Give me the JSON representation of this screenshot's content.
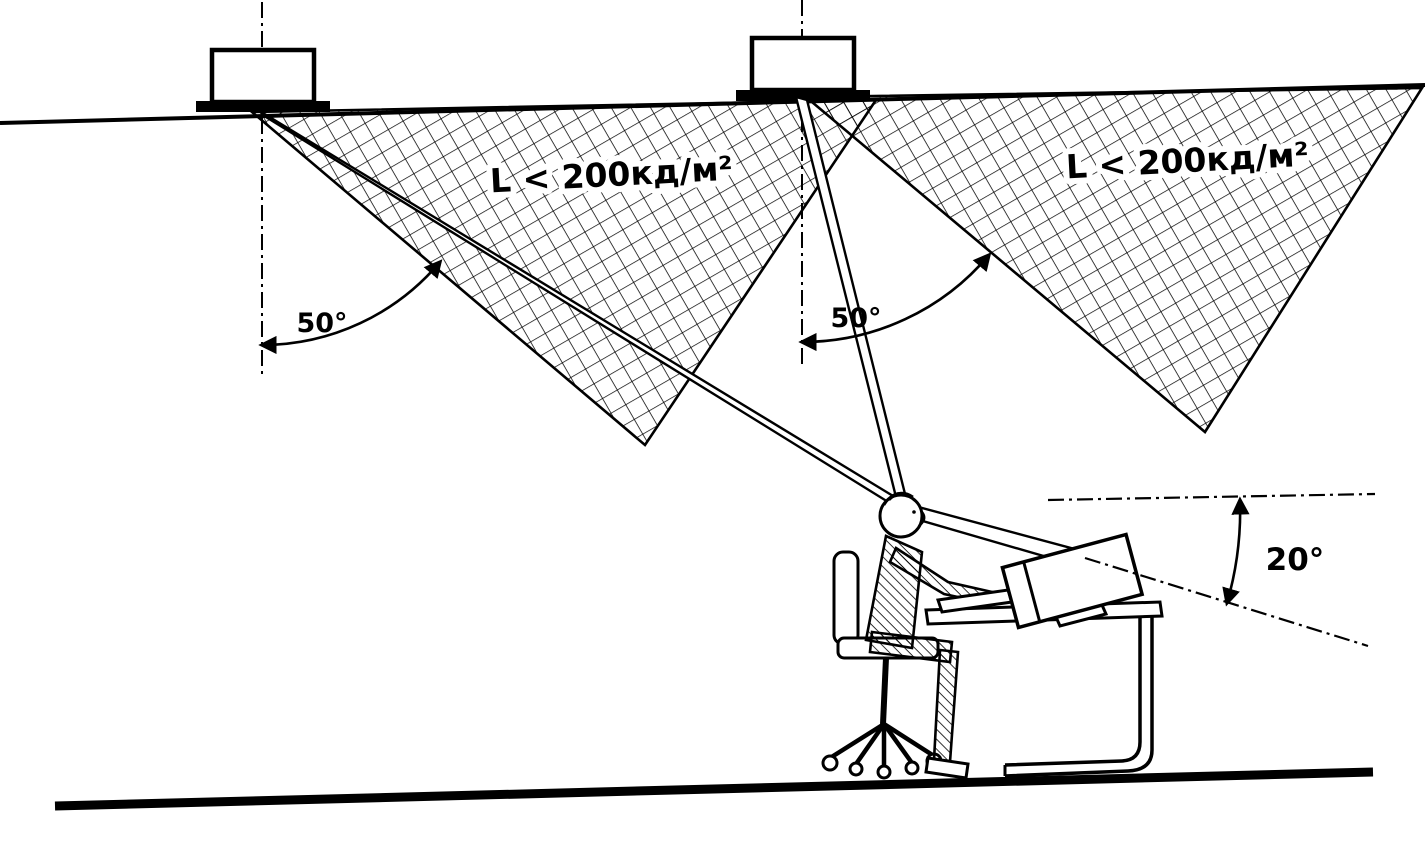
{
  "diagram": {
    "labels": {
      "luminance_limit_left": "L < 200кд/м²",
      "luminance_limit_right": "L < 200кд/м²",
      "shielding_angle_left": "50°",
      "shielding_angle_right": "50°",
      "viewing_angle": "20°"
    },
    "colors": {
      "ink": "#000000",
      "paper": "#ffffff"
    }
  }
}
